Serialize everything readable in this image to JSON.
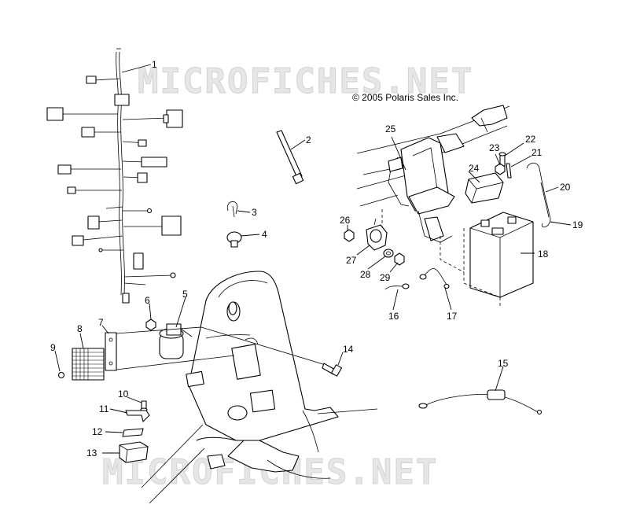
{
  "copyright": "© 2005 Polaris Sales Inc.",
  "watermark": "MICROFICHES.NET",
  "callouts": [
    "1",
    "2",
    "3",
    "4",
    "5",
    "6",
    "7",
    "8",
    "9",
    "10",
    "11",
    "12",
    "13",
    "14",
    "15",
    "16",
    "17",
    "18",
    "19",
    "20",
    "21",
    "22",
    "23",
    "24",
    "25",
    "26",
    "27",
    "28",
    "29"
  ]
}
